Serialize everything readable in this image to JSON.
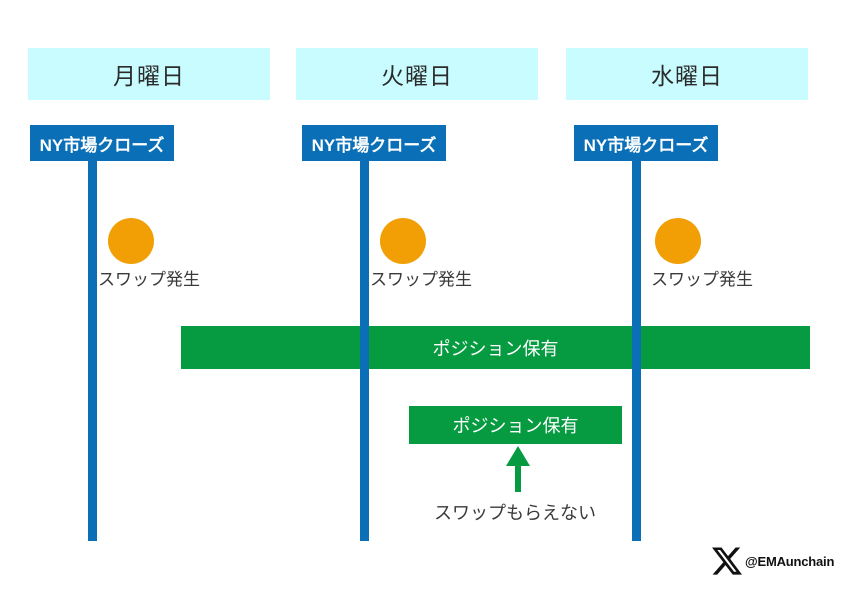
{
  "diagram": {
    "colors": {
      "header_bg": "#c9fcff",
      "line_blue": "#0b6fb8",
      "label_blue": "#0b6fb8",
      "swap_orange": "#f29f05",
      "position_green": "#069a41",
      "text_dark": "#3a3a3a",
      "background": "#ffffff"
    },
    "day_headers": [
      {
        "label": "月曜日"
      },
      {
        "label": "火曜日"
      },
      {
        "label": "水曜日"
      }
    ],
    "market_close_labels": [
      {
        "label": "NY市場クローズ"
      },
      {
        "label": "NY市場クローズ"
      },
      {
        "label": "NY市場クローズ"
      }
    ],
    "swap_events": [
      {
        "caption": "スワップ発生"
      },
      {
        "caption": "スワップ発生"
      },
      {
        "caption": "スワップ発生"
      }
    ],
    "position_bars": [
      {
        "label": "ポジション保有"
      },
      {
        "label": "ポジション保有"
      }
    ],
    "annotation": {
      "caption": "スワップもらえない"
    },
    "watermark": {
      "handle": "@EMAunchain",
      "logo": "x-logo"
    }
  }
}
